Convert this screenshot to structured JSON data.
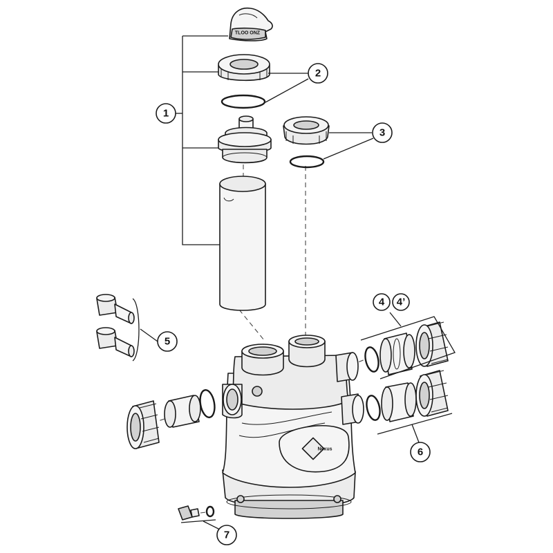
{
  "callouts": {
    "c1": "1",
    "c2": "2",
    "c3": "3",
    "c4": "4",
    "c4p": "4’",
    "c5": "5",
    "c6": "6",
    "c7": "7"
  },
  "brand": {
    "valve_logo": "Nexus"
  },
  "colors": {
    "line": "#1a1a1a",
    "fill": "#ececec",
    "background": "#ffffff"
  }
}
